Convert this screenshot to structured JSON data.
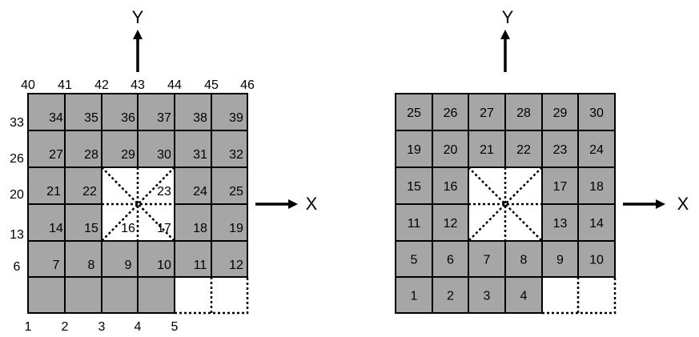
{
  "left_mesh": {
    "element_labels": [
      "7",
      "8",
      "9",
      "10",
      "11",
      "12",
      "14",
      "15",
      "16",
      "17",
      "18",
      "19",
      "21",
      "22",
      "23",
      "24",
      "25",
      "27",
      "28",
      "29",
      "30",
      "31",
      "32",
      "34",
      "35",
      "36",
      "37",
      "38",
      "39"
    ],
    "node_labels_bottom": [
      "1",
      "2",
      "3",
      "4",
      "5"
    ],
    "node_labels_left": [
      "6",
      "13",
      "20",
      "26",
      "33"
    ],
    "node_labels_top": [
      "40",
      "41",
      "42",
      "43",
      "44",
      "45",
      "46"
    ],
    "axis_x": "X",
    "axis_y": "Y"
  },
  "right_mesh": {
    "element_labels": [
      "1",
      "2",
      "3",
      "4",
      "5",
      "6",
      "7",
      "8",
      "9",
      "10",
      "11",
      "12",
      "13",
      "14",
      "15",
      "16",
      "17",
      "18",
      "19",
      "20",
      "21",
      "22",
      "23",
      "24",
      "25",
      "26",
      "27",
      "28",
      "29",
      "30"
    ],
    "axis_x": "X",
    "axis_y": "Y"
  },
  "colors": {
    "cell_fill": "#a6a6a6",
    "stroke": "#000000",
    "background": "#ffffff"
  }
}
